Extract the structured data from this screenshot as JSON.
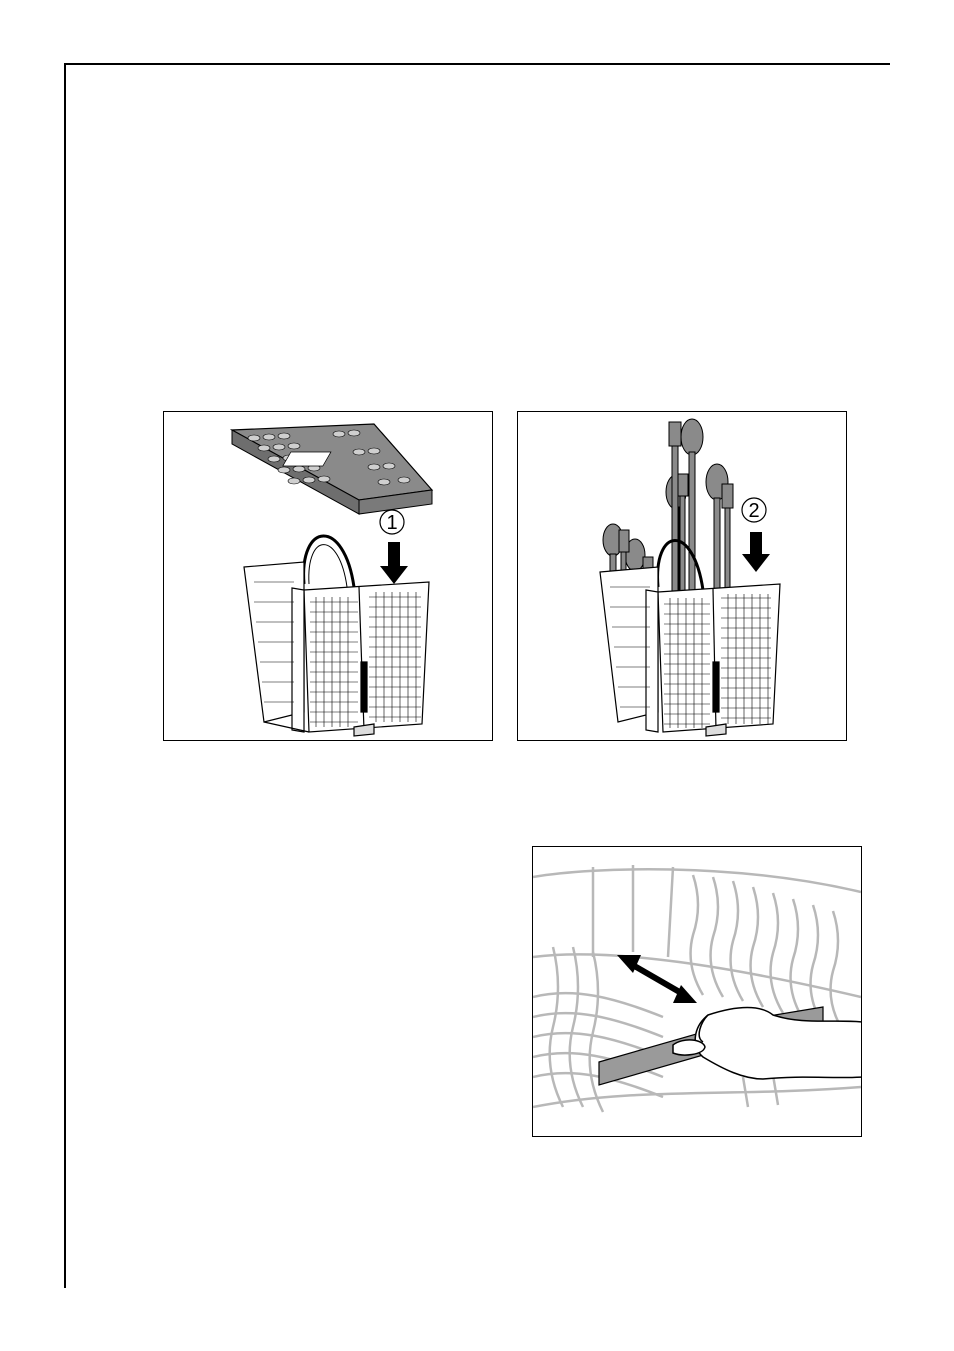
{
  "page": {
    "figures": [
      {
        "id": "fig1",
        "step_label": "1",
        "description_icon": "cutlery-basket-grid-insert"
      },
      {
        "id": "fig2",
        "step_label": "2",
        "description_icon": "cutlery-in-basket"
      },
      {
        "id": "fig3",
        "description_icon": "rack-handle-adjust"
      }
    ],
    "colors": {
      "line": "#000000",
      "item_gray": "#8a8a8a",
      "wire_gray": "#b8b8b8",
      "panel_gray": "#9a9a9a"
    }
  }
}
